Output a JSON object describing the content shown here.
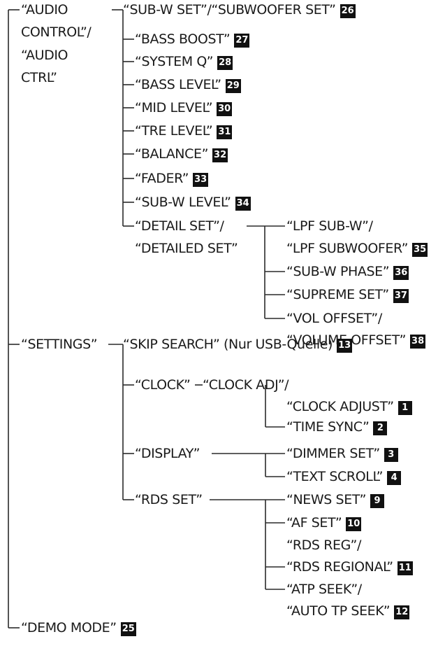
{
  "menu": {
    "audio_control": {
      "label_line1": "“AUDIO",
      "label_line2": "CONTROL”/",
      "label_line3": "“AUDIO",
      "label_line4": "CTRL”",
      "items": {
        "subw_set": {
          "label": "“SUB-W SET”/“SUBWOOFER SET”",
          "num": "26"
        },
        "bass_boost": {
          "label": "“BASS BOOST”",
          "num": "27"
        },
        "system_q": {
          "label": "“SYSTEM Q”",
          "num": "28"
        },
        "bass_level": {
          "label": "“BASS LEVEL”",
          "num": "29"
        },
        "mid_level": {
          "label": "“MID LEVEL”",
          "num": "30"
        },
        "tre_level": {
          "label": "“TRE LEVEL”",
          "num": "31"
        },
        "balance": {
          "label": "“BALANCE”",
          "num": "32"
        },
        "fader": {
          "label": "“FADER”",
          "num": "33"
        },
        "subw_level": {
          "label": "“SUB-W LEVEL”",
          "num": "34"
        },
        "detail_set": {
          "label_line1": "“DETAIL SET”/",
          "label_line2": "“DETAILED SET”",
          "items": {
            "lpf_subw": {
              "label_line1": "“LPF SUB-W”/",
              "label_line2": "“LPF SUBWOOFER”",
              "num": "35"
            },
            "subw_phase": {
              "label": "“SUB-W PHASE”",
              "num": "36"
            },
            "supreme_set": {
              "label": "“SUPREME SET”",
              "num": "37"
            },
            "vol_offset": {
              "label_line1": "“VOL OFFSET”/",
              "label_line2": "“VOLUME OFFSET”",
              "num": "38"
            }
          }
        }
      }
    },
    "settings": {
      "label": "“SETTINGS”",
      "items": {
        "skip_search": {
          "label": "“SKIP SEARCH” (Nur USB-Quelle)",
          "num": "13"
        },
        "clock": {
          "label": "“CLOCK”",
          "items": {
            "clock_adj": {
              "label_line1": "“CLOCK ADJ”/",
              "label_line2": "“CLOCK ADJUST”",
              "num": "1"
            },
            "time_sync": {
              "label": "“TIME SYNC”",
              "num": "2"
            }
          }
        },
        "display": {
          "label": "“DISPLAY”",
          "items": {
            "dimmer_set": {
              "label": "“DIMMER SET”",
              "num": "3"
            },
            "text_scroll": {
              "label": "“TEXT SCROLL”",
              "num": "4"
            }
          }
        },
        "rds_set": {
          "label": "“RDS SET”",
          "items": {
            "news_set": {
              "label": "“NEWS SET”",
              "num": "9"
            },
            "af_set": {
              "label": "“AF SET”",
              "num": "10"
            },
            "rds_reg": {
              "label_line1": "“RDS REG”/",
              "label_line2": "“RDS REGIONAL”",
              "num": "11"
            },
            "atp_seek": {
              "label_line1": "“ATP SEEK”/",
              "label_line2": "“AUTO TP SEEK”",
              "num": "12"
            }
          }
        }
      }
    },
    "demo_mode": {
      "label": "“DEMO MODE”",
      "num": "25"
    }
  },
  "colors": {
    "text": "#1a1a1a",
    "badge_bg": "#111111",
    "badge_text": "#ffffff",
    "line": "#2a2a2a"
  }
}
